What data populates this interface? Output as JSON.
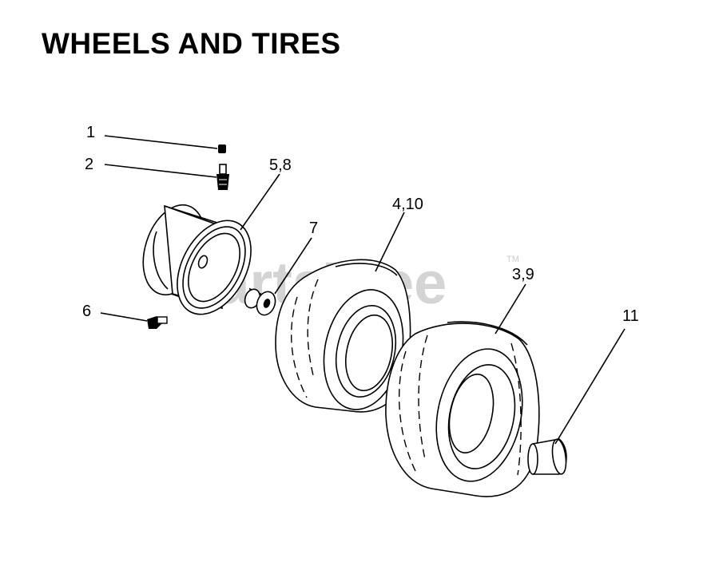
{
  "title": "WHEELS AND TIRES",
  "watermark": {
    "text": "PartsTree",
    "tm": "TM",
    "color": "#d0d0d0"
  },
  "callouts": {
    "c1": "1",
    "c2": "2",
    "c58": "5,8",
    "c7": "7",
    "c6": "6",
    "c410": "4,10",
    "c39": "3,9",
    "c11": "11"
  }
}
